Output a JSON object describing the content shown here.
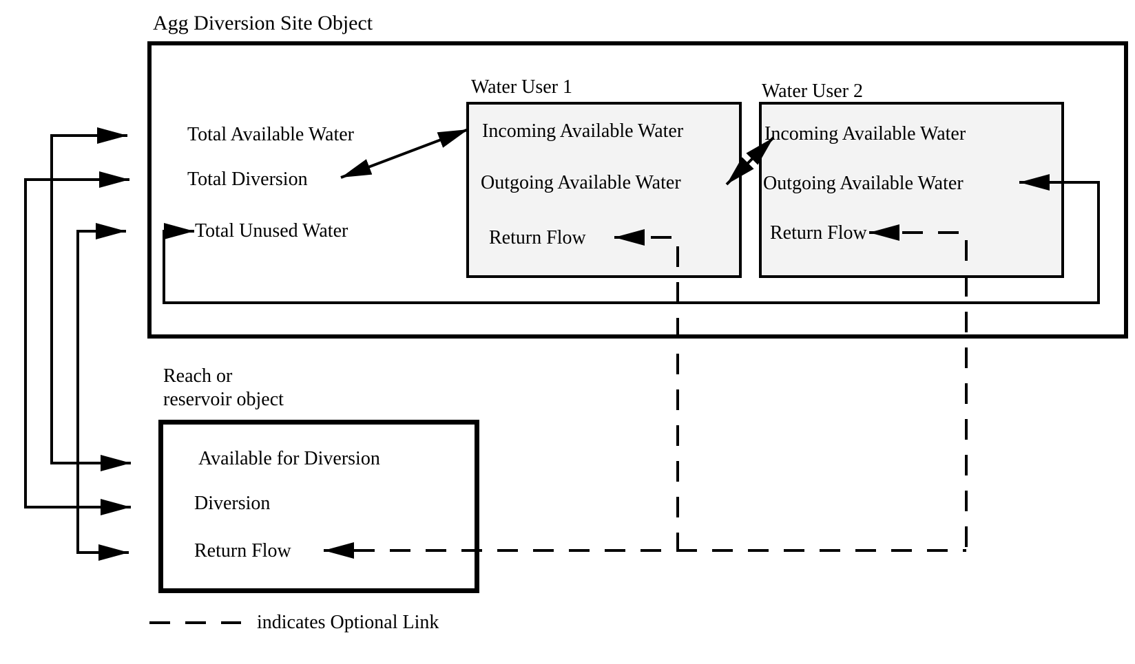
{
  "agg_box": {
    "title": "Agg Diversion Site Object",
    "slots": [
      "Total Available Water",
      "Total Diversion",
      "Total Unused Water"
    ]
  },
  "water_user_1": {
    "title": "Water User 1",
    "slots": [
      "Incoming Available Water",
      "Outgoing Available Water",
      "Return Flow"
    ]
  },
  "water_user_2": {
    "title": "Water User 2",
    "slots": [
      "Incoming Available Water",
      "Outgoing Available Water",
      "Return Flow"
    ]
  },
  "reach_box": {
    "title_lines": [
      "Reach or",
      "reservoir object"
    ],
    "slots": [
      "Available for Diversion",
      "Diversion",
      "Return Flow"
    ]
  },
  "legend": {
    "dashed_line_label": "indicates Optional Link"
  },
  "colors": {
    "line": "#000000",
    "water_user_fill": "#f3f3f3",
    "background": "#ffffff"
  }
}
